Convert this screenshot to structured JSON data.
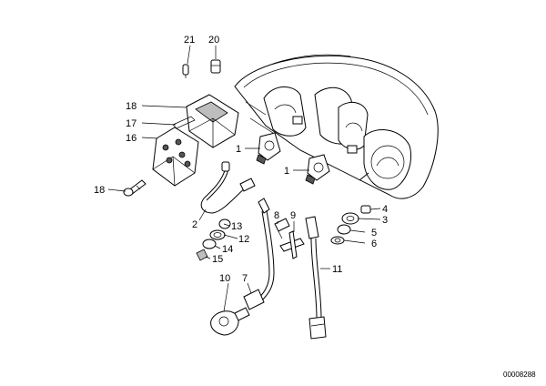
{
  "labels": {
    "p1a": "1",
    "p1b": "1",
    "p2": "2",
    "p3": "3",
    "p4": "4",
    "p5": "5",
    "p6": "6",
    "p7": "7",
    "p8": "8",
    "p9": "9",
    "p10": "10",
    "p11": "11",
    "p12": "12",
    "p13": "13",
    "p14": "14",
    "p15": "15",
    "p16": "16",
    "p17": "17",
    "p18a": "18",
    "p18b": "18",
    "p20": "20",
    "p21": "21"
  },
  "doc_id": "00008288"
}
